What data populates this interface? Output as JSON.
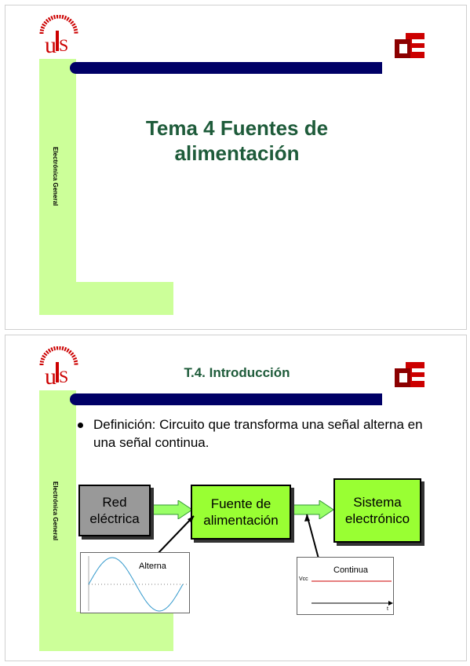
{
  "slides": [
    {
      "sidebar_label": "Electrónica General",
      "title": "Tema 4 Fuentes de alimentación"
    },
    {
      "sidebar_label": "Electrónica General",
      "title": "T.4. Introducción",
      "bullet": "Definición: Circuito que transforma una señal alterna en una señal continua.",
      "boxes": {
        "red": "Red eléctrica",
        "fuente": "Fuente de alimentación",
        "sistema": "Sistema electrónico"
      },
      "graph_alterna": {
        "label": "Alterna"
      },
      "graph_continua": {
        "label": "Continua",
        "y_label": "Vcc",
        "x_label": "t"
      }
    }
  ],
  "colors": {
    "title_green": "#1e5b3a",
    "sidebar_green": "#ccff99",
    "bar_navy": "#000066",
    "box_green": "#99ff33",
    "box_gray": "#999999",
    "arrow_green": "#99ff66",
    "logo_red": "#cc0000"
  },
  "icons": [
    "university-seal-logo",
    "de-department-logo"
  ]
}
